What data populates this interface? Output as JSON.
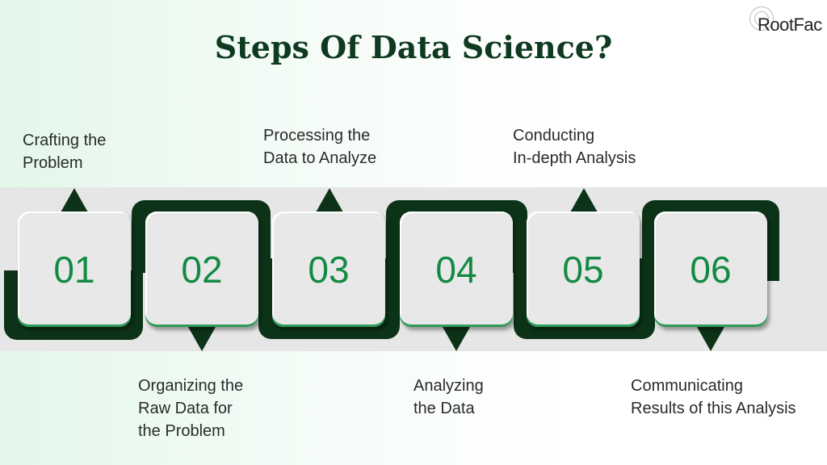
{
  "title": "Steps Of Data Science?",
  "logo_text": "RootFac",
  "colors": {
    "accent": "#138a43",
    "frame": "#0c3318"
  },
  "steps": [
    {
      "number": "01",
      "label": "Crafting the\nProblem"
    },
    {
      "number": "02",
      "label": "Organizing the\nRaw Data for\nthe Problem"
    },
    {
      "number": "03",
      "label": "Processing the\nData to Analyze"
    },
    {
      "number": "04",
      "label": "Analyzing\nthe Data"
    },
    {
      "number": "05",
      "label": "Conducting\nIn-depth Analysis"
    },
    {
      "number": "06",
      "label": "Communicating\nResults of this Analysis"
    }
  ]
}
